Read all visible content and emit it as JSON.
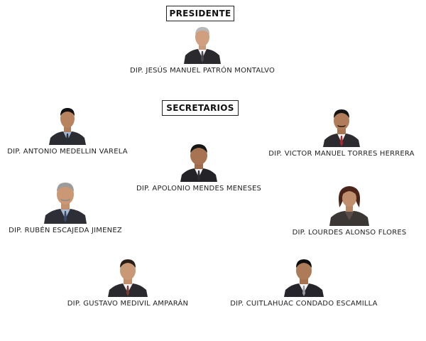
{
  "president": {
    "role_label": "PRESIDENTE",
    "name": "DIP. JESÚS MANUEL PATRÓN MONTALVO"
  },
  "secretaries": {
    "role_label": "SECRETARIOS",
    "members": [
      {
        "name": "DIP. ANTONIO MEDELLIN VARELA"
      },
      {
        "name": "DIP. VICTOR MANUEL TORRES HERRERA"
      },
      {
        "name": "DIP. APOLONIO MENDES MENESES"
      },
      {
        "name": "DIP. RUBÉN ESCAJEDA JIMENEZ"
      },
      {
        "name": "DIP. LOURDES ALONSO FLORES"
      },
      {
        "name": "DIP. GUSTAVO MEDIVIL AMPARÁN"
      },
      {
        "name": "DIP. CUITLAHUAC CONDADO ESCAMILLA"
      }
    ]
  }
}
